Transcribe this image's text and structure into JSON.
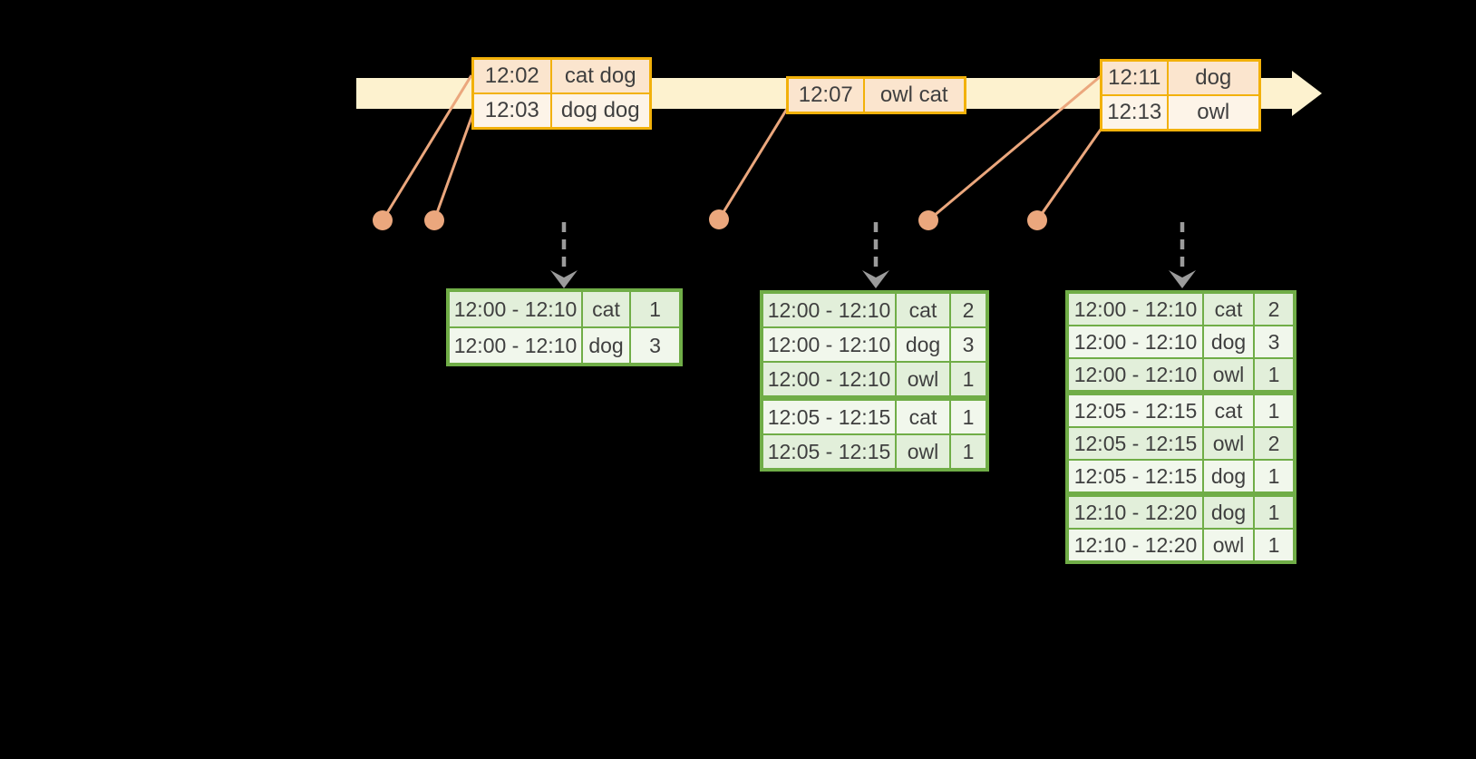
{
  "colors": {
    "background": "#000000",
    "timeline_fill": "#FDF2CF",
    "event_border": "#F2B10A",
    "event_row_dark": "#FBE5CE",
    "event_row_light": "#FDF4E8",
    "connector": "#EBA77D",
    "trigger_arrow": "#9B9B9B",
    "result_border": "#70AD47",
    "result_row_dark": "#E2EFDA",
    "result_row_light": "#F1F7EC",
    "text": "#3F3F3F"
  },
  "event_tables": [
    {
      "rows": [
        [
          "12:02",
          "cat dog"
        ],
        [
          "12:03",
          "dog dog"
        ]
      ]
    },
    {
      "rows": [
        [
          "12:07",
          "owl cat"
        ]
      ]
    },
    {
      "rows": [
        [
          "12:11",
          "dog"
        ],
        [
          "12:13",
          "owl"
        ]
      ]
    }
  ],
  "result_tables": [
    {
      "group_starts": [],
      "rows": [
        [
          "12:00 - 12:10",
          "cat",
          "1"
        ],
        [
          "12:00 - 12:10",
          "dog",
          "3"
        ]
      ]
    },
    {
      "group_starts": [
        3
      ],
      "rows": [
        [
          "12:00 - 12:10",
          "cat",
          "2"
        ],
        [
          "12:00 - 12:10",
          "dog",
          "3"
        ],
        [
          "12:00 - 12:10",
          "owl",
          "1"
        ],
        [
          "12:05 - 12:15",
          "cat",
          "1"
        ],
        [
          "12:05 - 12:15",
          "owl",
          "1"
        ]
      ]
    },
    {
      "group_starts": [
        3,
        6
      ],
      "rows": [
        [
          "12:00 - 12:10",
          "cat",
          "2"
        ],
        [
          "12:00 - 12:10",
          "dog",
          "3"
        ],
        [
          "12:00 - 12:10",
          "owl",
          "1"
        ],
        [
          "12:05 - 12:15",
          "cat",
          "1"
        ],
        [
          "12:05 - 12:15",
          "owl",
          "2"
        ],
        [
          "12:05 - 12:15",
          "dog",
          "1"
        ],
        [
          "12:10 - 12:20",
          "dog",
          "1"
        ],
        [
          "12:10 - 12:20",
          "owl",
          "1"
        ]
      ]
    }
  ]
}
